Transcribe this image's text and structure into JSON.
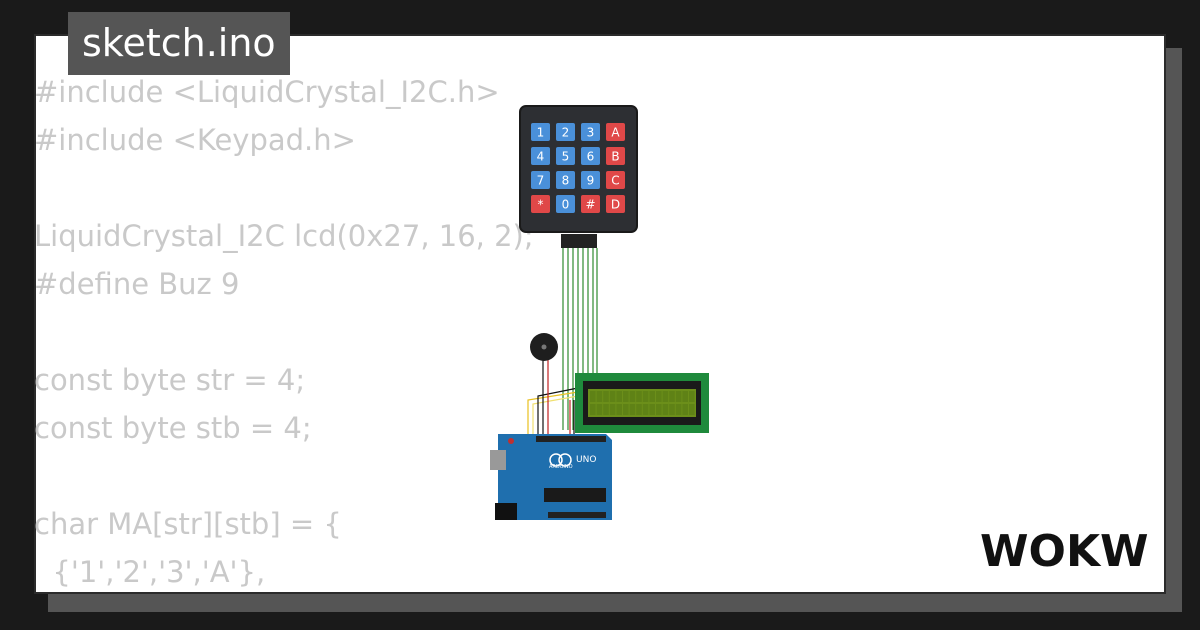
{
  "file_tab": "sketch.ino",
  "code_lines": [
    "#include <LiquidCrystal_I2C.h>",
    "#include <Keypad.h>",
    "",
    "LiquidCrystal_I2C lcd(0x27, 16, 2);",
    "#define Buz 9",
    "",
    "const byte str = 4;",
    "const byte stb = 4;",
    "",
    "char MA[str][stb] = {",
    "  {'1','2','3','A'},"
  ],
  "keypad_keys": [
    "1",
    "2",
    "3",
    "A",
    "4",
    "5",
    "6",
    "B",
    "7",
    "8",
    "9",
    "C",
    "*",
    "0",
    "#",
    "D"
  ],
  "board_label": "UNO",
  "board_brand": "ARDUINO",
  "logo_text": "WOKWi",
  "colors": {
    "background": "#1a1a1a",
    "tab_bg": "#555555",
    "code_text": "#c9c9c9",
    "key_blue": "#4a90d9",
    "key_red": "#e04848",
    "lcd_green": "#1f8a3c",
    "board_blue": "#1f6fae"
  }
}
